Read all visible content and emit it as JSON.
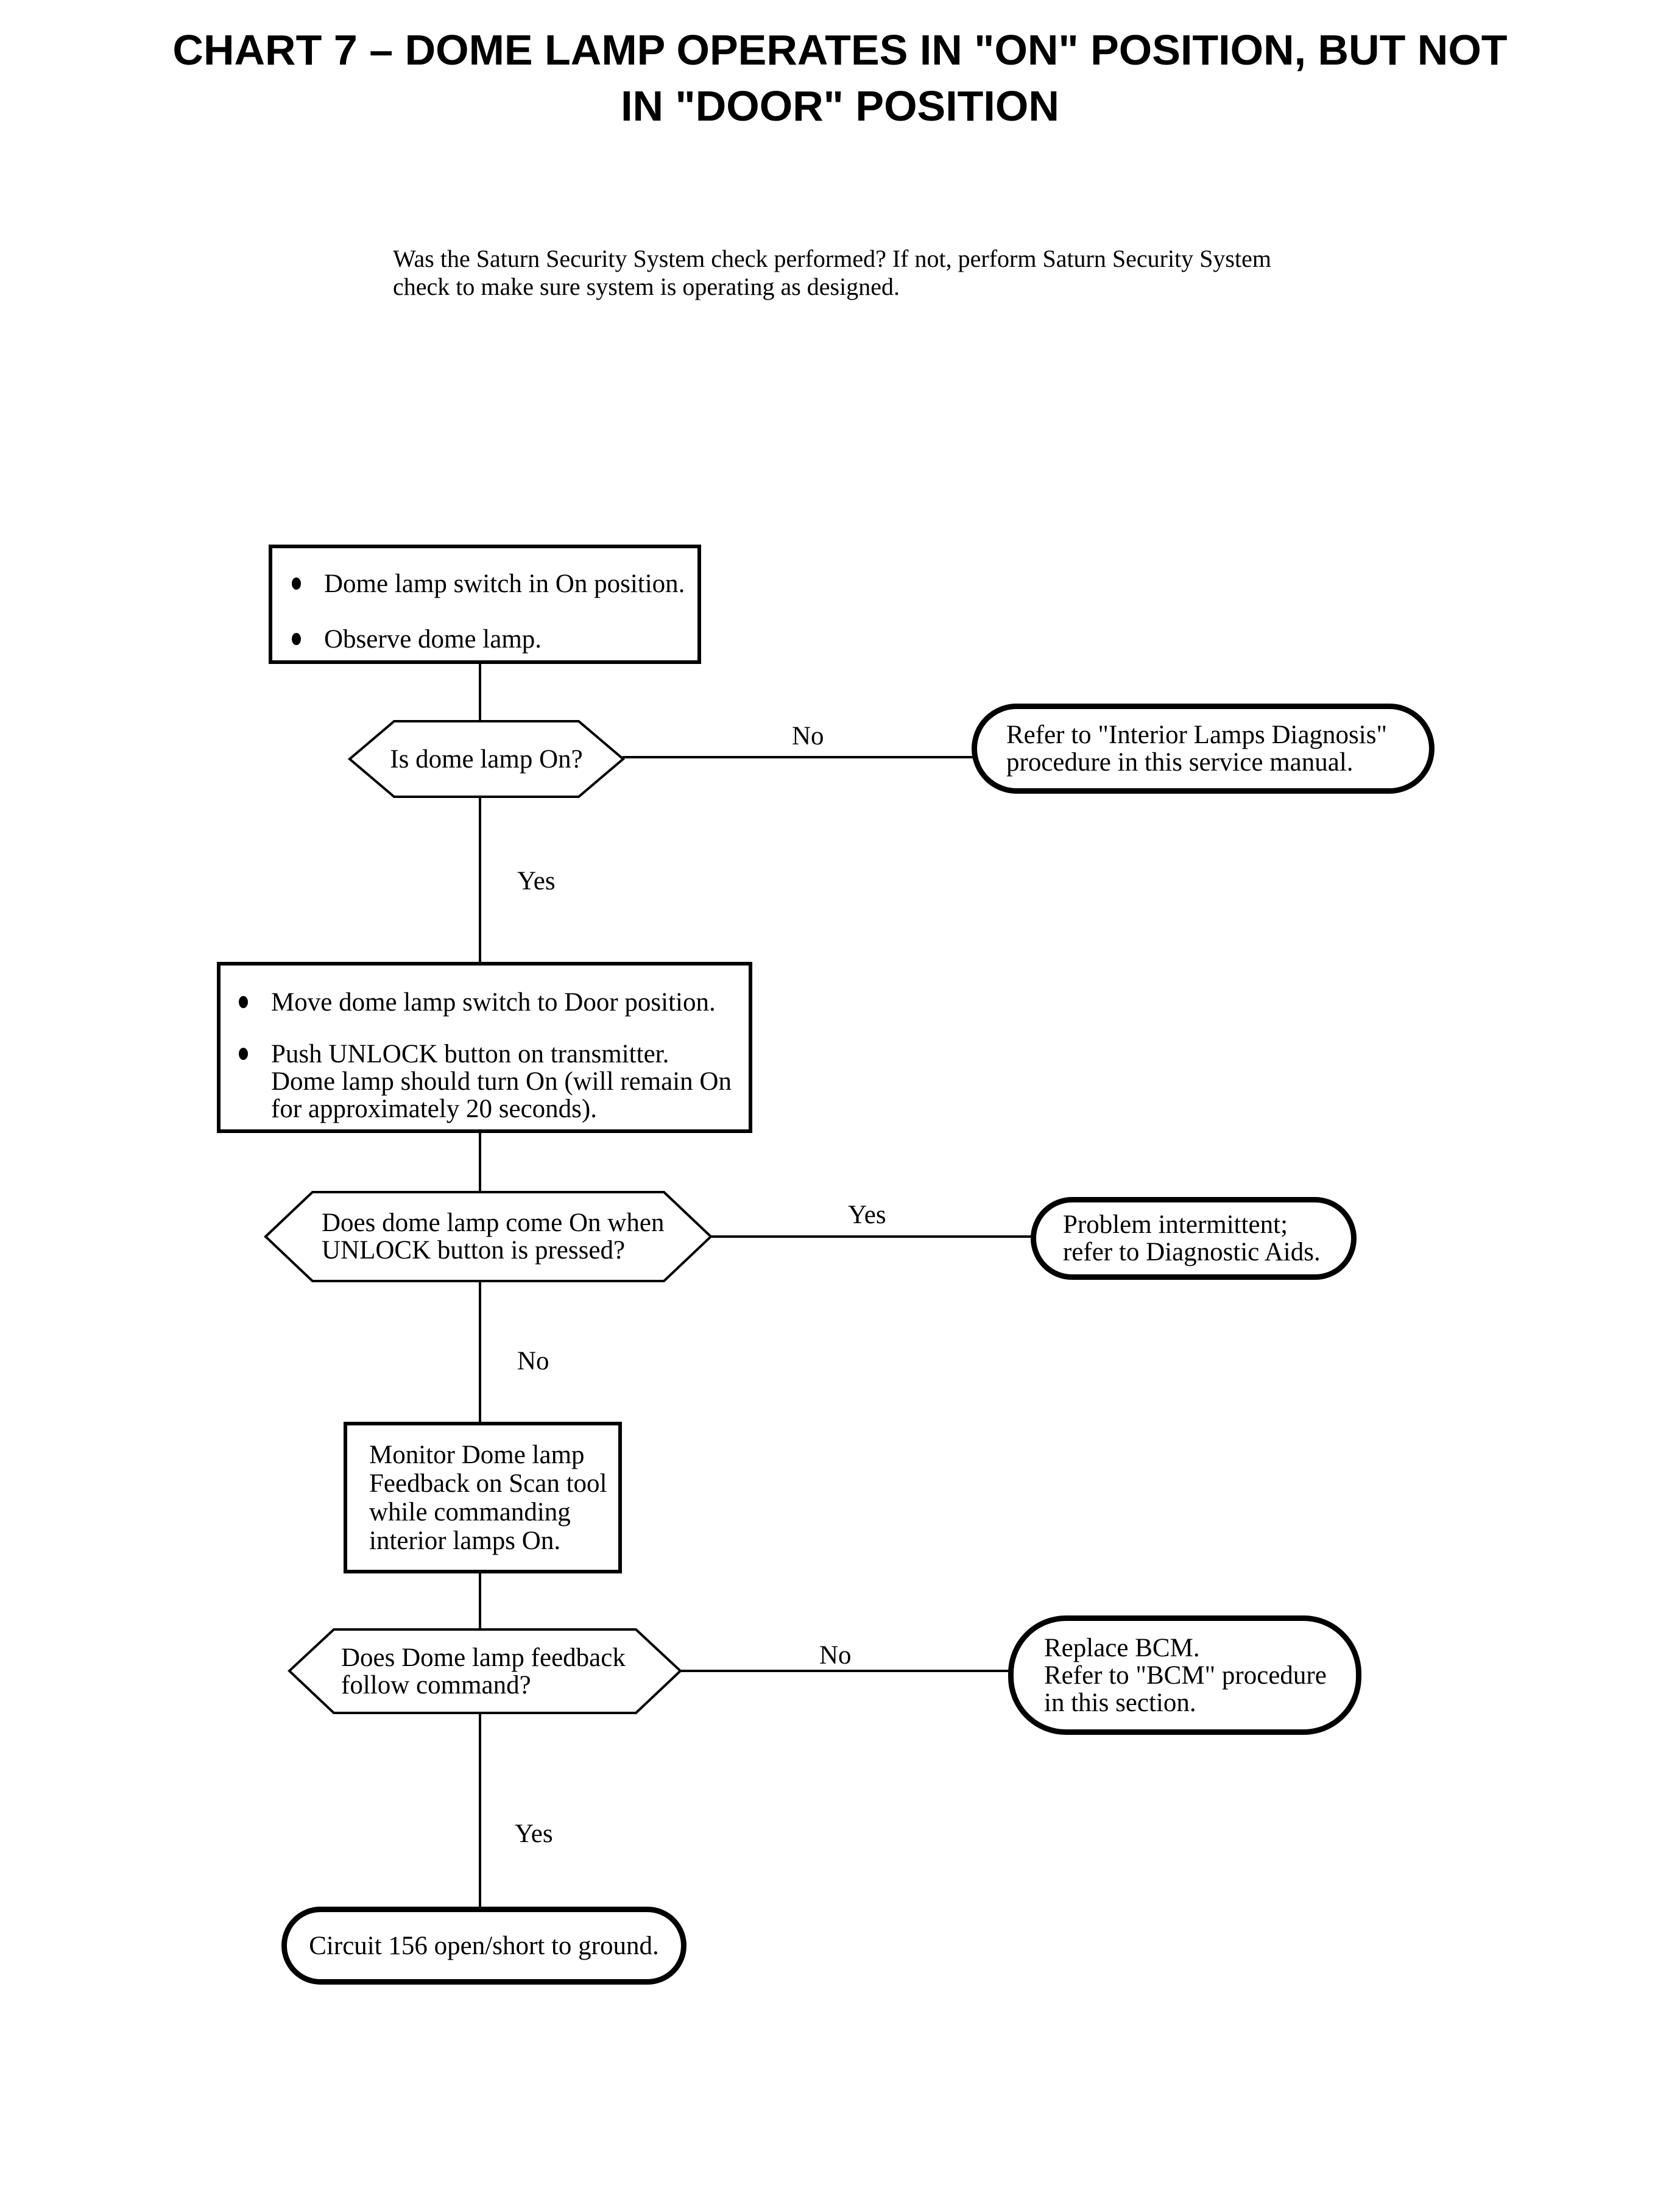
{
  "page_title": "CHART 7 – DOME LAMP OPERATES IN \"ON\" POSITION, BUT NOT\nIN \"DOOR\" POSITION",
  "intro": "Was the Saturn Security System check performed?  If not, perform Saturn Security System\ncheck to make sure system is operating as designed.",
  "labels": {
    "yes": "Yes",
    "no": "No"
  },
  "nodes": {
    "step1": {
      "bullets": [
        "Dome lamp switch in On position.",
        "Observe dome lamp."
      ]
    },
    "decision1": {
      "question": "Is dome lamp On?"
    },
    "result_no1": {
      "text": "Refer to \"Interior Lamps Diagnosis\"\nprocedure in this service manual."
    },
    "step2": {
      "bullets": [
        "Move dome lamp switch to Door position.",
        "Push UNLOCK button on transmitter.\nDome lamp should turn On (will remain On\nfor approximately 20 seconds)."
      ]
    },
    "decision2": {
      "question": "Does dome lamp come On when\nUNLOCK button is pressed?"
    },
    "result_yes2": {
      "text": "Problem intermittent;\nrefer to Diagnostic Aids."
    },
    "step3": {
      "text": "Monitor Dome lamp\nFeedback on Scan tool\nwhile commanding\ninterior lamps On."
    },
    "decision3": {
      "question": "Does Dome lamp feedback\nfollow command?"
    },
    "result_no3": {
      "text": "Replace BCM.\nRefer to \"BCM\" procedure\nin this section."
    },
    "end": {
      "text": "Circuit 156 open/short to ground."
    }
  },
  "colors": {
    "ink": "#000000",
    "paper": "#ffffff"
  }
}
